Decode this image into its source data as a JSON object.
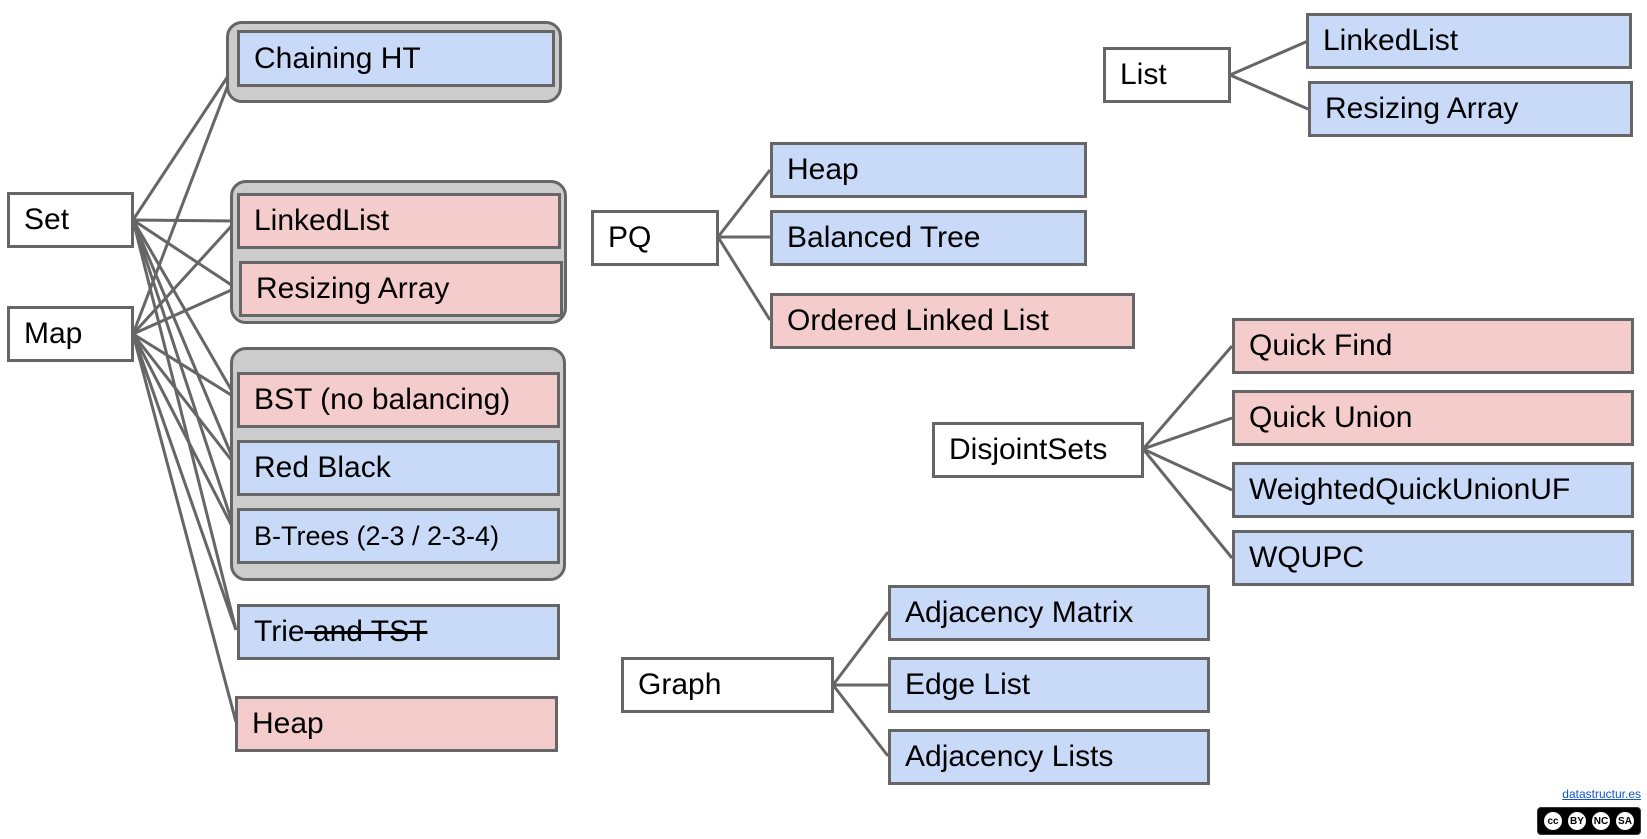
{
  "colors": {
    "adt_fill": "#ffffff",
    "fast_impl_fill": "#c9daf8",
    "slow_impl_fill": "#f4cccc",
    "group_fill": "#cccccc",
    "stroke": "#666666"
  },
  "adts": {
    "set": "Set",
    "map": "Map",
    "pq": "PQ",
    "list": "List",
    "disjoint_sets": "DisjointSets",
    "graph": "Graph"
  },
  "implementations": {
    "chaining_ht": "Chaining HT",
    "map_linked_list": "LinkedList",
    "map_resizing_array": "Resizing Array",
    "bst": "BST (no balancing)",
    "red_black": "Red Black",
    "b_trees": "B-Trees (2-3 / 2-3-4)",
    "trie": "Trie",
    "trie_struck": " and TST",
    "map_heap": "Heap",
    "pq_heap": "Heap",
    "balanced_tree": "Balanced Tree",
    "ordered_linked_list": "Ordered Linked List",
    "list_linked_list": "LinkedList",
    "list_resizing_array": "Resizing Array",
    "quick_find": "Quick Find",
    "quick_union": "Quick Union",
    "weighted_quick_union": "WeightedQuickUnionUF",
    "wqupc": "WQUPC",
    "adjacency_matrix": "Adjacency Matrix",
    "edge_list": "Edge List",
    "adjacency_lists": "Adjacency Lists"
  },
  "footer": {
    "credit_link": "datastructur.es",
    "license_badge": "cc-by-nc-sa-icon",
    "license_cc": "cc",
    "license_by": "BY",
    "license_nc": "NC",
    "license_sa": "SA"
  }
}
